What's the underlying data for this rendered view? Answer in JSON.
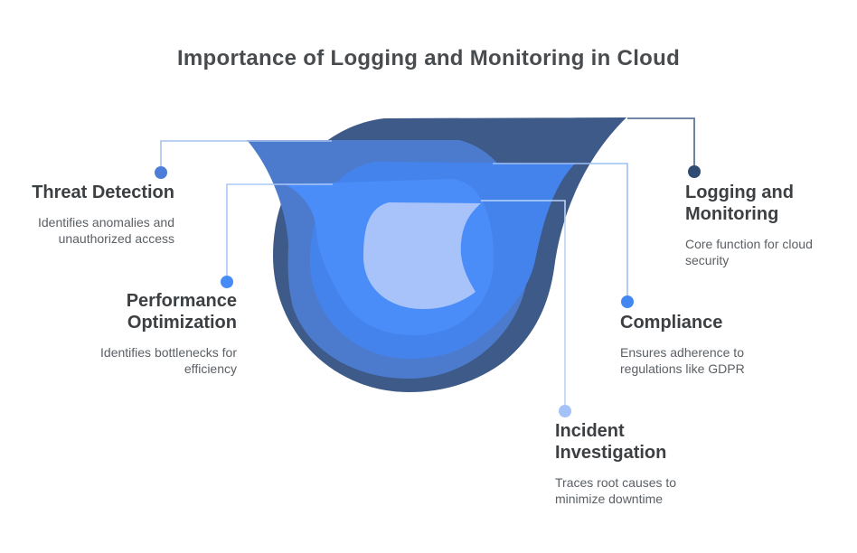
{
  "title": "Importance of Logging and Monitoring in Cloud",
  "background_color": "#ffffff",
  "text_colors": {
    "title": "#494c4f",
    "heading": "#3d4043",
    "body": "#5b6065"
  },
  "funnel": {
    "layers": [
      {
        "name": "logging-and-monitoring",
        "label": "Logging and Monitoring",
        "color": "#3D5A88"
      },
      {
        "name": "threat-detection",
        "label": "Threat Detection",
        "color": "#4C7BCE"
      },
      {
        "name": "compliance",
        "label": "Compliance",
        "color": "#4583EC"
      },
      {
        "name": "performance-optimization",
        "label": "Performance Optimization",
        "color": "#4A8DF8"
      },
      {
        "name": "incident-investigation",
        "label": "Incident Investigation",
        "color": "#A7C3F9"
      }
    ]
  },
  "connectors": [
    {
      "name": "threat-detection",
      "line_color": "#A6C1EE",
      "dot_color": "#4C7ED9"
    },
    {
      "name": "performance-optimization",
      "line_color": "#A9C8F6",
      "dot_color": "#478BF7"
    },
    {
      "name": "logging-and-monitoring",
      "line_color": "#5E7599",
      "dot_color": "#2F4B72"
    },
    {
      "name": "compliance",
      "line_color": "#9DBFF3",
      "dot_color": "#4387F2"
    },
    {
      "name": "incident-investigation",
      "line_color": "#BAD3F9",
      "dot_color": "#A5C2F8"
    }
  ],
  "items": [
    {
      "id": "threat-detection",
      "title_lines": [
        "Threat Detection"
      ],
      "desc_lines": [
        "Identifies anomalies and",
        "unauthorized access"
      ]
    },
    {
      "id": "performance-optimization",
      "title_lines": [
        "Performance",
        "Optimization"
      ],
      "desc_lines": [
        "Identifies bottlenecks for",
        "efficiency"
      ]
    },
    {
      "id": "logging-and-monitoring",
      "title_lines": [
        "Logging and",
        "Monitoring"
      ],
      "desc_lines": [
        "Core function for cloud",
        "security"
      ]
    },
    {
      "id": "compliance",
      "title_lines": [
        "Compliance"
      ],
      "desc_lines": [
        "Ensures adherence to",
        "regulations like GDPR"
      ]
    },
    {
      "id": "incident-investigation",
      "title_lines": [
        "Incident",
        "Investigation"
      ],
      "desc_lines": [
        "Traces root causes to",
        "minimize downtime"
      ]
    }
  ]
}
